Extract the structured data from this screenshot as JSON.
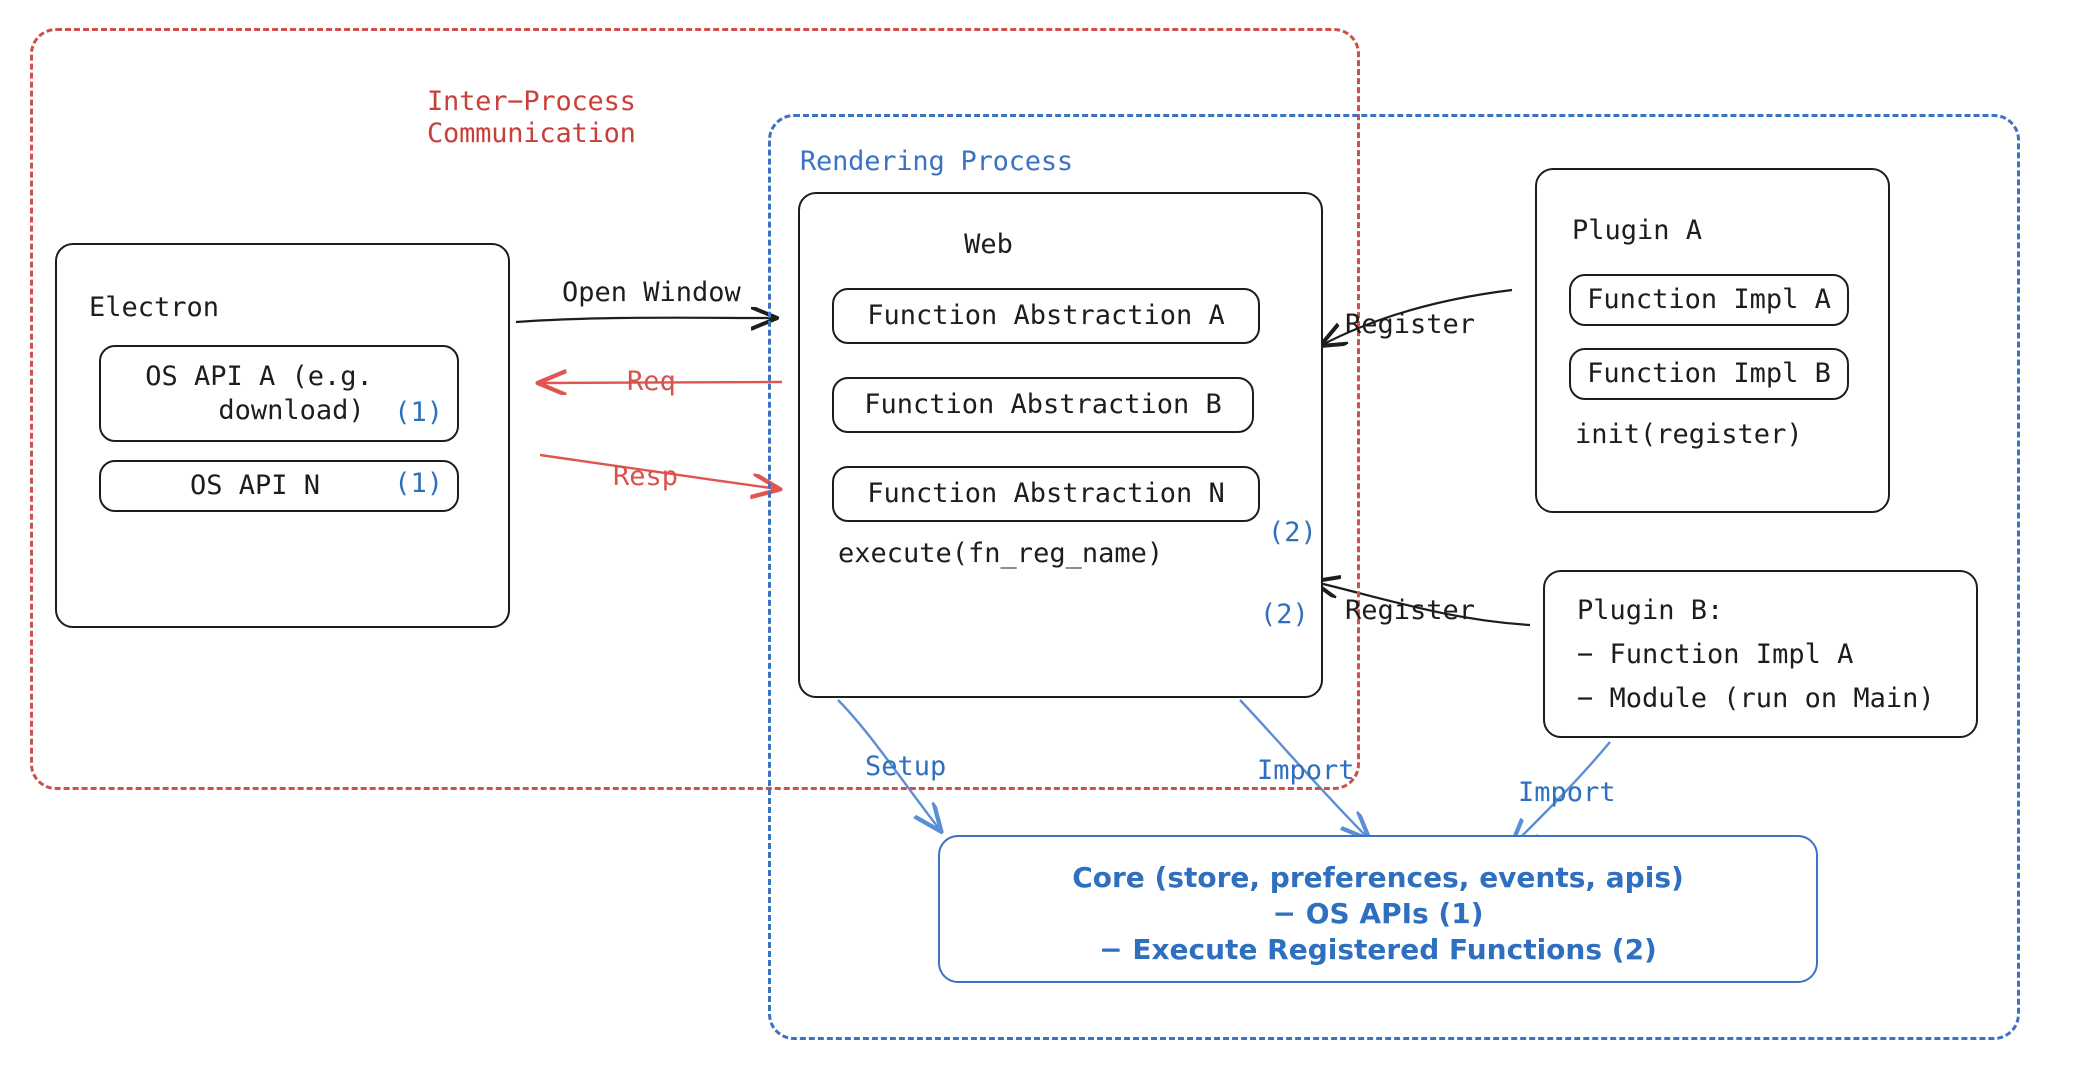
{
  "diagram": {
    "title_hidden": "",
    "colors": {
      "ipc_red": "#c8403a",
      "render_blue": "#3b72c4",
      "core_blue": "#2f6fc0",
      "ink": "#1d1d1d"
    },
    "regions": {
      "ipc": {
        "label": "Inter−Process\nCommunication"
      },
      "rendering": {
        "label": "Rendering Process"
      }
    },
    "electron": {
      "title": "Electron",
      "apis": [
        {
          "label": "OS API A (e.g.\n    download)",
          "marker": "(1)"
        },
        {
          "label": "OS API N",
          "marker": "(1)"
        }
      ]
    },
    "web": {
      "title": "Web",
      "abstractions": [
        {
          "label": "Function Abstraction A",
          "marker": "(2)"
        },
        {
          "label": "Function Abstraction B",
          "marker": "(2)"
        },
        {
          "label": "Function Abstraction N",
          "marker": ""
        }
      ],
      "execute": "execute(fn_reg_name)"
    },
    "plugin_a": {
      "title": "Plugin A",
      "functions": [
        "Function Impl A",
        "Function Impl B"
      ],
      "init": "init(register)"
    },
    "plugin_b": {
      "title": "Plugin B:",
      "items": [
        "− Function Impl A",
        "− Module (run on Main)"
      ]
    },
    "core": {
      "line1": "Core (store, preferences, events, apis)",
      "line2": "− OS APIs (1)",
      "line3": "− Execute Registered Functions (2)"
    },
    "edges": {
      "open_window": "Open Window",
      "req": "Req",
      "resp": "Resp",
      "register_a": "Register",
      "register_b": "Register",
      "setup": "Setup",
      "import_web": "Import",
      "import_plugin_b": "Import"
    }
  }
}
